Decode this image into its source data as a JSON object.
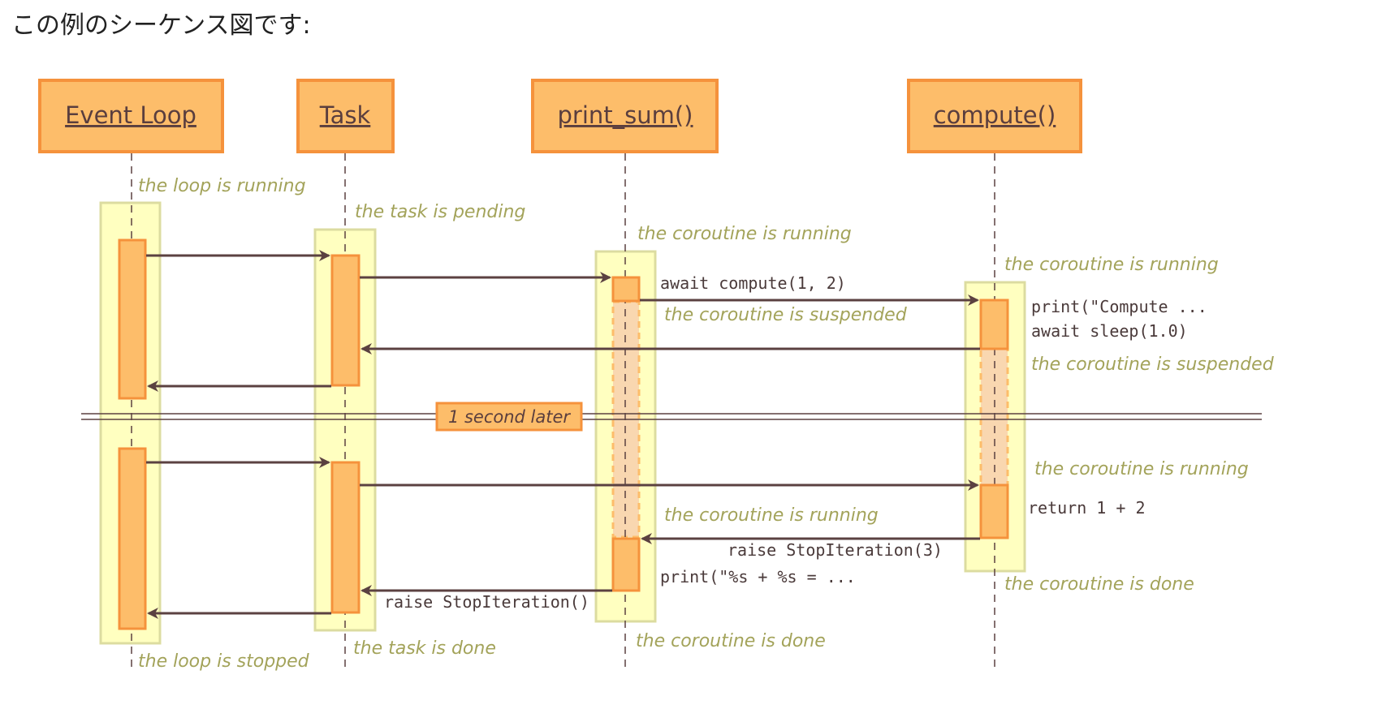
{
  "intro_text": "この例のシーケンス図です:",
  "colors": {
    "header_fill": "#fdbd6a",
    "header_stroke": "#f5923c",
    "activation_fill": "#fdbd6a",
    "activation_stroke": "#f5923c",
    "lane_fill": "#ffffc0",
    "lane_stroke": "#dcdca0",
    "suspended_fill": "#f9d7b0",
    "arrow": "#5b4141",
    "annotation_text": "#a3a35a",
    "code_text": "#4a3a3a"
  },
  "participants": {
    "event_loop": "Event Loop",
    "task": "Task",
    "print_sum": "print_sum()",
    "compute": "compute()"
  },
  "annotations": {
    "loop_running": "the loop is running",
    "loop_stopped": "the loop is stopped",
    "task_pending": "the task is pending",
    "task_done": "the task is done",
    "ps_running_1": "the coroutine is running",
    "ps_suspended": "the coroutine is suspended",
    "ps_running_2": "the coroutine is running",
    "ps_done": "the coroutine is done",
    "c_running_1": "the coroutine is running",
    "c_suspended": "the coroutine is suspended",
    "c_running_2": "the coroutine is running",
    "c_done": "the coroutine is done"
  },
  "code": {
    "await_compute": "await compute(1, 2)",
    "print_compute": "print(\"Compute ...",
    "await_sleep": "await sleep(1.0)",
    "return_sum": "return 1 + 2",
    "raise_stop_3": "raise StopIteration(3)",
    "print_sum_line": "print(\"%s + %s = ...",
    "raise_stop": "raise StopIteration()"
  },
  "separator_label": "1 second later"
}
